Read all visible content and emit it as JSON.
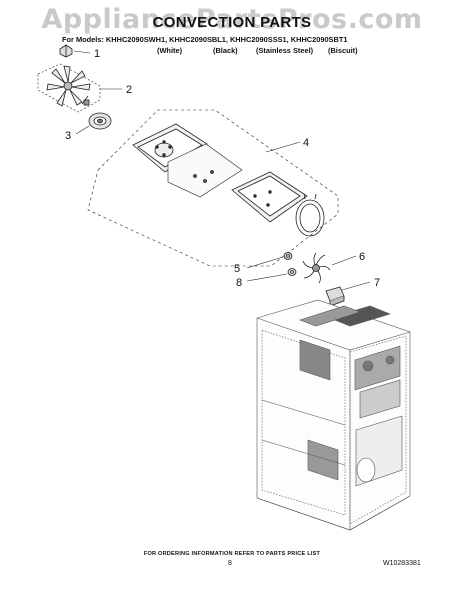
{
  "watermark": "AppliancePartsPros.com",
  "title": "CONVECTION PARTS",
  "models_line": "For Models: KHHC2090SWH1, KHHC2090SBL1, KHHC2090SSS1, KHHC2090SBT1",
  "colors": [
    "(White)",
    "(Black)",
    "(Stainless Steel)",
    "(Biscuit)"
  ],
  "callouts": [
    "1",
    "2",
    "3",
    "4",
    "5",
    "6",
    "7",
    "8"
  ],
  "footer_note": "FOR ORDERING INFORMATION REFER TO PARTS PRICE LIST",
  "page_number": "8",
  "document_number": "W10283381"
}
